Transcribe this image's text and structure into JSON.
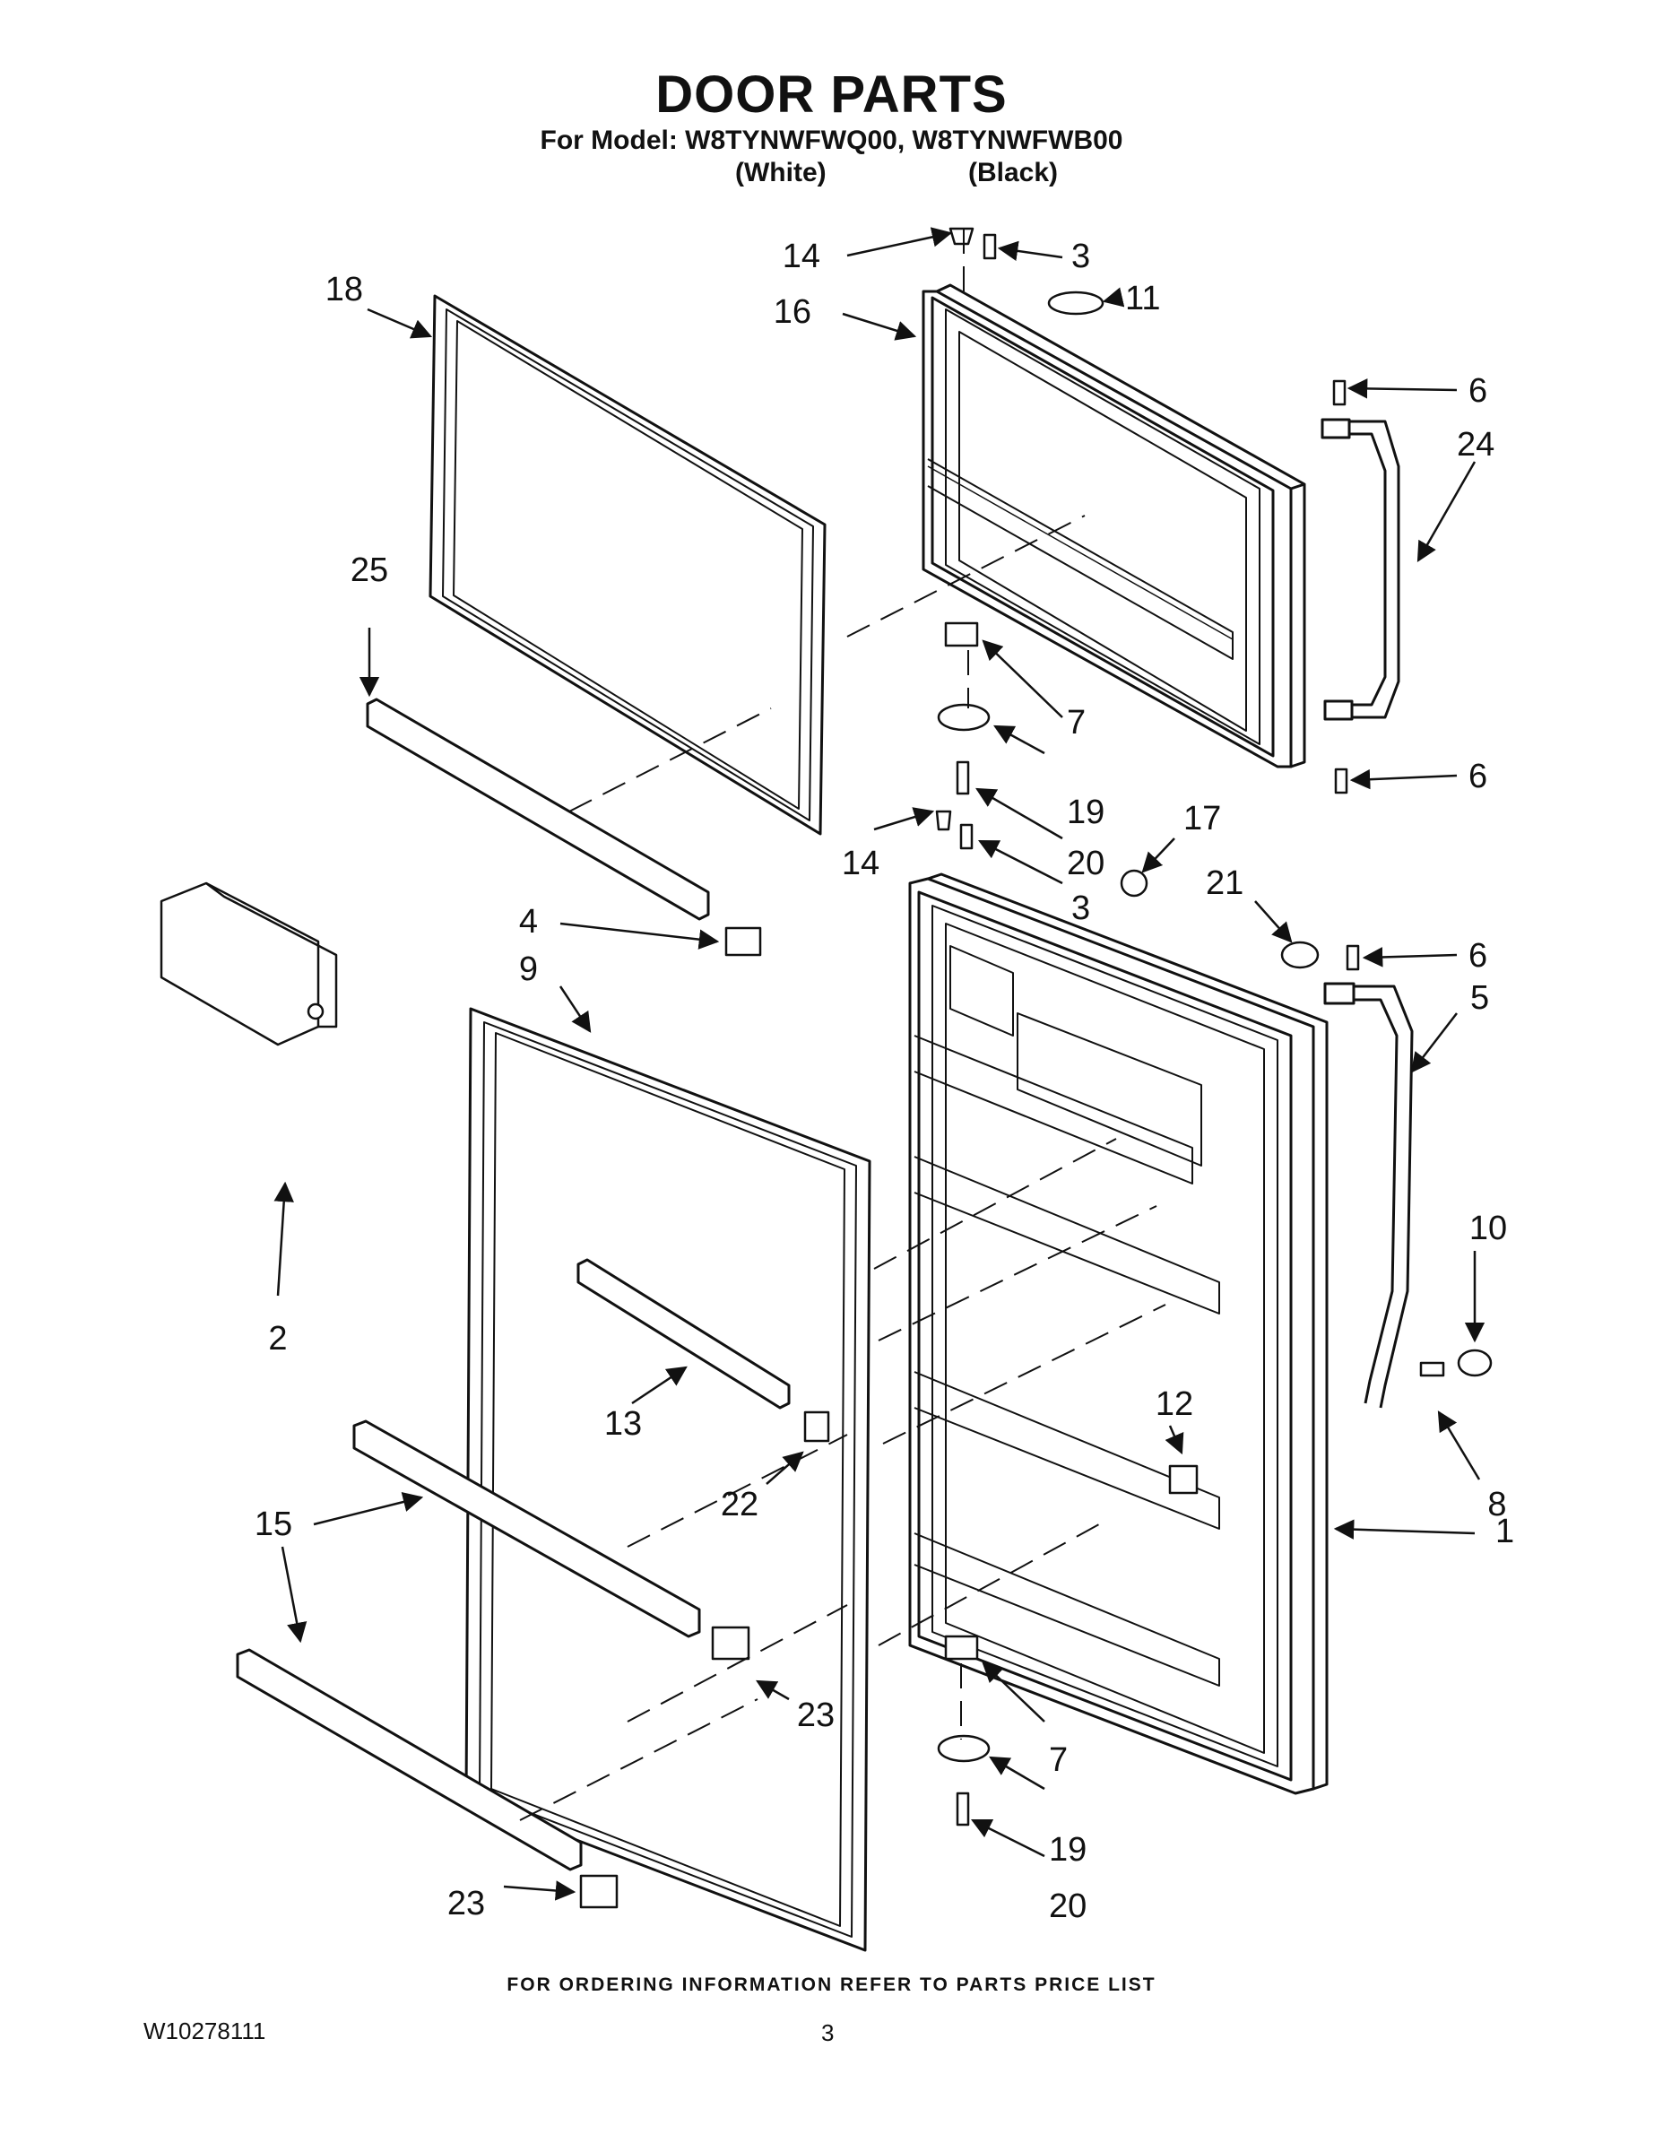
{
  "header": {
    "title": "DOOR PARTS",
    "model_line": "For Model: W8TYNWFWQ00, W8TYNWFWB00",
    "variant_1": "(White)",
    "variant_2": "(Black)"
  },
  "callouts": [
    {
      "id": "c14a",
      "label": "14"
    },
    {
      "id": "c3a",
      "label": "3"
    },
    {
      "id": "c11",
      "label": "11"
    },
    {
      "id": "c16",
      "label": "16"
    },
    {
      "id": "c18",
      "label": "18"
    },
    {
      "id": "c6a",
      "label": "6"
    },
    {
      "id": "c24",
      "label": "24"
    },
    {
      "id": "c25",
      "label": "25"
    },
    {
      "id": "c7a",
      "label": "7"
    },
    {
      "id": "c19a",
      "label": "19"
    },
    {
      "id": "c6b",
      "label": "6"
    },
    {
      "id": "c20a",
      "label": "20"
    },
    {
      "id": "c14b",
      "label": "14"
    },
    {
      "id": "c17",
      "label": "17"
    },
    {
      "id": "c3b",
      "label": "3"
    },
    {
      "id": "c21",
      "label": "21"
    },
    {
      "id": "c4",
      "label": "4"
    },
    {
      "id": "c6c",
      "label": "6"
    },
    {
      "id": "c5",
      "label": "5"
    },
    {
      "id": "c9",
      "label": "9"
    },
    {
      "id": "c10",
      "label": "10"
    },
    {
      "id": "c2",
      "label": "2"
    },
    {
      "id": "c12",
      "label": "12"
    },
    {
      "id": "c13",
      "label": "13"
    },
    {
      "id": "c8",
      "label": "8"
    },
    {
      "id": "c22",
      "label": "22"
    },
    {
      "id": "c15",
      "label": "15"
    },
    {
      "id": "c1",
      "label": "1"
    },
    {
      "id": "c23a",
      "label": "23"
    },
    {
      "id": "c7b",
      "label": "7"
    },
    {
      "id": "c19b",
      "label": "19"
    },
    {
      "id": "c23b",
      "label": "23"
    },
    {
      "id": "c20b",
      "label": "20"
    }
  ],
  "footer": {
    "ordering_note": "FOR ORDERING INFORMATION REFER TO PARTS PRICE LIST",
    "document_number": "W10278111",
    "page_number": "3"
  }
}
